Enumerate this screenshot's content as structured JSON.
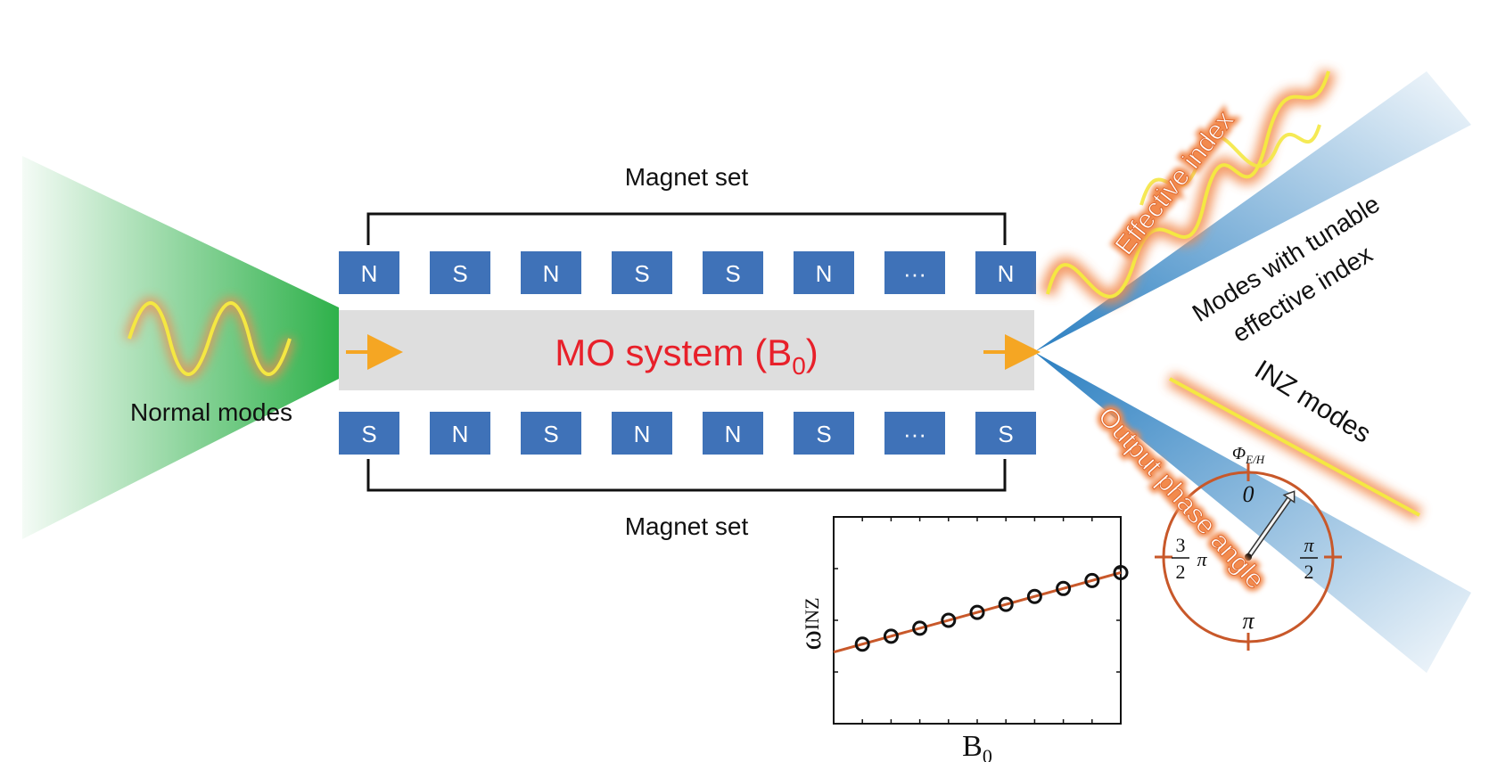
{
  "magnet_set": {
    "top_label": "Magnet set",
    "bottom_label": "Magnet set",
    "top_row": [
      "N",
      "S",
      "N",
      "S",
      "S",
      "N",
      "···",
      "N"
    ],
    "bottom_row": [
      "S",
      "N",
      "S",
      "N",
      "N",
      "S",
      "···",
      "S"
    ],
    "block_color": "#3f72b8"
  },
  "system": {
    "label_main": "MO system (B",
    "label_sub": "0",
    "label_close": ")",
    "label_color": "#e8202a",
    "arrow_color": "#f5a623"
  },
  "input": {
    "label": "Normal modes",
    "beam_color": "#2eb14a",
    "wave_color": "#f4e842"
  },
  "outputs": {
    "upper_label_line1": "Modes with tunable",
    "upper_label_line2": "effective index",
    "upper_tag": "Effective index",
    "lower_label": "INZ modes",
    "lower_tag": "Output phase angle",
    "beam_color": "#2b7fc1",
    "glow_color": "#f28a4e"
  },
  "phase_dial": {
    "title_main": "Φ",
    "title_sub": "E/H",
    "top": "0",
    "right_num": "π",
    "right_den": "2",
    "bottom": "π",
    "left_num": "3",
    "left_den": "2",
    "left_pi": "π",
    "ring_color": "#c8582a",
    "pointer_angle_deg": 35
  },
  "chart_data": {
    "type": "scatter",
    "xlabel_main": "B",
    "xlabel_sub": "0",
    "ylabel_main": "ω",
    "ylabel_sub": "INZ",
    "x": [
      1,
      2,
      3,
      4,
      5,
      6,
      7,
      8,
      9,
      10
    ],
    "y": [
      1.0,
      1.1,
      1.2,
      1.3,
      1.4,
      1.5,
      1.6,
      1.7,
      1.8,
      1.9
    ],
    "fit_line": {
      "x": [
        0,
        10
      ],
      "y": [
        0.9,
        1.9
      ],
      "color": "#c8582a"
    },
    "xlim": [
      0,
      10
    ],
    "ylim": [
      0,
      2.6
    ],
    "marker": "open-circle",
    "grid": false
  }
}
